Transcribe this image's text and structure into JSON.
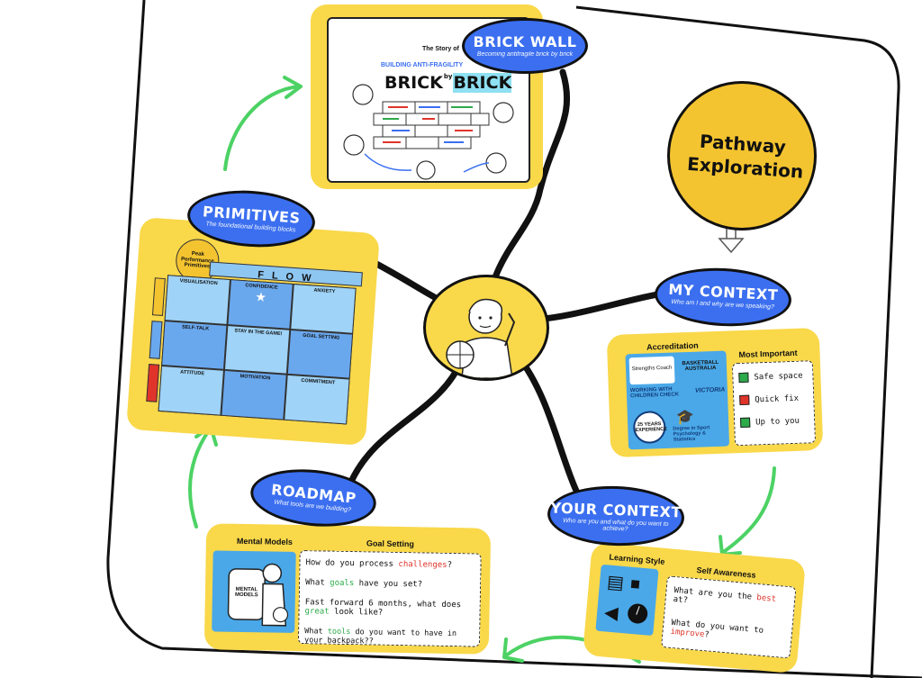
{
  "title": "Pathway Exploration",
  "nodes": {
    "brick_wall": {
      "label": "BRICK WALL",
      "sub": "Becoming antifragile brick by brick"
    },
    "primitives": {
      "label": "PRIMITIVES",
      "sub": "The foundational building blocks"
    },
    "my_context": {
      "label": "MY CONTEXT",
      "sub": "Who am I and why are we speaking?"
    },
    "your_context": {
      "label": "YOUR CONTEXT",
      "sub": "Who are you and what do you want to achieve?"
    },
    "roadmap": {
      "label": "ROADMAP",
      "sub": "What tools are we building?"
    }
  },
  "brick_card": {
    "story_of": "The Story of",
    "building": "BUILDING ANTI-FRAGILITY",
    "brick1": "BRICK",
    "by": "by",
    "brick2": "BRICK"
  },
  "primitives_card": {
    "badge": "Peak Performance Primitives",
    "flow": "F L O W",
    "cells": [
      "VISUALISATION",
      "CONFIDENCE",
      "ANXIETY",
      "SELF-TALK",
      "STAY IN THE GAME!",
      "GOAL SETTING",
      "ATTITUDE",
      "MOTIVATION",
      "COMMITMENT"
    ]
  },
  "my_context_card": {
    "accreditation": "Accreditation",
    "most_important": "Most Important",
    "logos": [
      "Strengths Coach",
      "BASKETBALL AUSTRALIA",
      "WORKING WITH CHILDREN CHECK",
      "VICTORIA",
      "25 YEARS EXPERIENCE",
      "Degree in Sport Psychology & Statistics"
    ],
    "items": [
      {
        "label": "Safe space",
        "color": "#2daa4a"
      },
      {
        "label": "Quick fix",
        "color": "#e0342b"
      },
      {
        "label": "Up to you",
        "color": "#2daa4a"
      }
    ]
  },
  "your_context_card": {
    "learning_style": "Learning Style",
    "self_awareness": "Self Awareness",
    "q1_pre": "What are you the ",
    "q1_hl": "best",
    "q1_post": " at?",
    "q2_pre": "What do you want to ",
    "q2_hl": "improve",
    "q2_post": "?"
  },
  "roadmap_card": {
    "mental_models": "Mental Models",
    "goal_setting": "Goal Setting",
    "backpack_label": "MENTAL MODELS",
    "lines": [
      {
        "pre": "How do you process ",
        "hl": "challenges",
        "post": "?",
        "color": "#e0342b"
      },
      {
        "pre": "What ",
        "hl": "goals",
        "post": " have you set?",
        "color": "#2daa4a"
      },
      {
        "pre": "Fast forward 6 months, what does ",
        "hl": "great",
        "post": " look like?",
        "color": "#2daa4a"
      },
      {
        "pre": "What ",
        "hl": "tools",
        "post": " do you want to have in your backpack??",
        "color": "#2daa4a"
      }
    ]
  },
  "colors": {
    "blue": "#3b6ff0",
    "yellow": "#f9d84a",
    "green": "#4cd264",
    "red": "#e0342b"
  }
}
